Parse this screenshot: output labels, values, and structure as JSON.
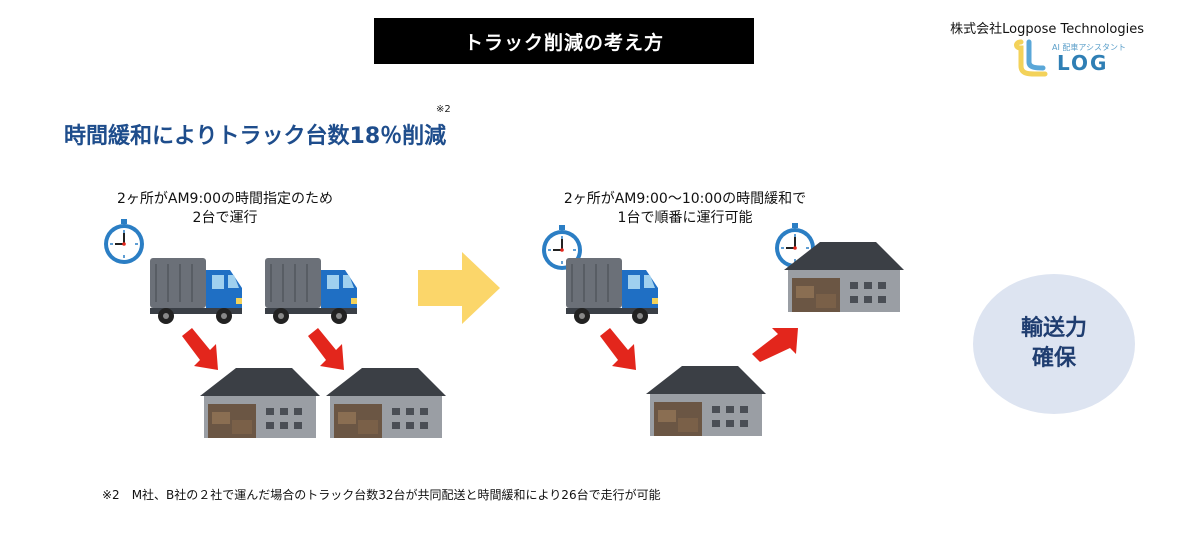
{
  "header": {
    "title": "トラック削減の考え方",
    "company": "株式会社Logpose Technologies",
    "logo_tagline": "AI 配車アシスタント",
    "logo_name": "LOG"
  },
  "headline": {
    "text": "時間緩和によりトラック台数18％削減",
    "note_mark": "※2"
  },
  "before": {
    "caption_line1": "2ヶ所がAM9:00の時間指定のため",
    "caption_line2": "2台で運行"
  },
  "after": {
    "caption_line1": "2ヶ所がAM9:00～10:00の時間緩和で",
    "caption_line2": "1台で順番に運行可能"
  },
  "result": {
    "line1": "輸送力",
    "line2": "確保"
  },
  "footnote": "※2　M社、B社の２社で運んだ場合のトラック台数32台が共同配送と時間緩和により26台で走行が可能",
  "colors": {
    "title_bg": "#000000",
    "headline": "#1e4d8c",
    "truck_cab": "#1f6fc4",
    "truck_box": "#6b7078",
    "arrow_red": "#e3261c",
    "arrow_yellow": "#fbd66a",
    "circle_bg": "#dde4f1",
    "clock_ring": "#2b7ec4"
  },
  "icons": [
    "clock-icon",
    "truck-icon",
    "warehouse-icon",
    "red-arrow-icon",
    "yellow-arrow-icon",
    "log-logo-icon"
  ]
}
